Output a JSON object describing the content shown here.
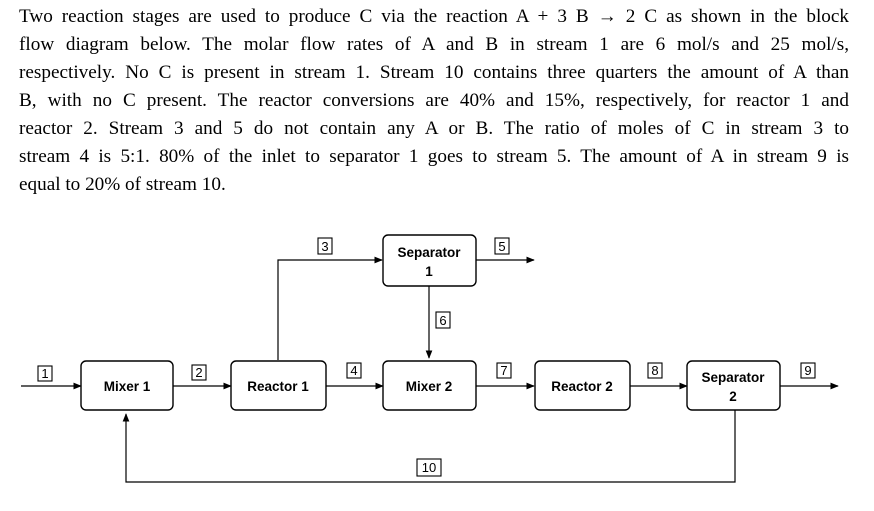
{
  "problem_lines": [
    "Two reaction stages are used to produce C via the reaction A + 3 B → 2 C as shown in the block",
    "flow diagram below. The molar flow rates of A and B in stream 1 are 6 mol/s and 25 mol/s,",
    "respectively. No C is present in stream 1. Stream 10 contains three quarters the amount of A than",
    "B, with no C present. The reactor conversions are 40% and 15%, respectively, for reactor 1 and",
    "reactor 2. Stream 3 and 5 do not contain any A or B. The ratio of moles of C in stream 3 to",
    "stream 4 is 5:1. 80% of the inlet to separator 1 goes to stream 5. The amount of A in stream 9 is",
    "equal to 20% of stream 10."
  ],
  "units": {
    "mixer1": "Mixer 1",
    "reactor1": "Reactor 1",
    "mixer2": "Mixer 2",
    "reactor2": "Reactor 2",
    "separator1_line1": "Separator",
    "separator1_line2": "1",
    "separator2_line1": "Separator",
    "separator2_line2": "2"
  },
  "streams": {
    "s1": "1",
    "s2": "2",
    "s3": "3",
    "s4": "4",
    "s5": "5",
    "s6": "6",
    "s7": "7",
    "s8": "8",
    "s9": "9",
    "s10": "10"
  }
}
